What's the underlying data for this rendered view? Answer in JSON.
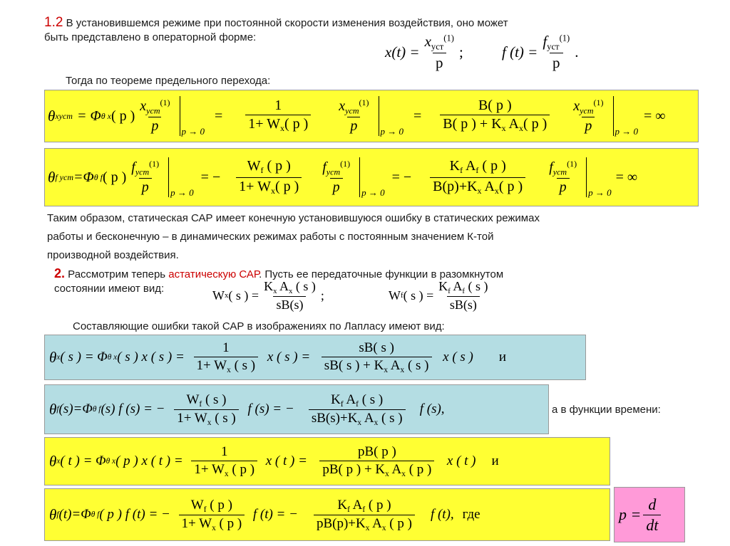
{
  "section1": {
    "number": "1.2",
    "intro_line1": "В установившемся режиме при постоянной скорости изменения воздействия, оно может",
    "intro_line2": "быть представлено в операторной форме:",
    "eq_x": {
      "lhs": "x(t) =",
      "num": "x",
      "num_sub": "уст",
      "num_sup": "(1)",
      "den": "p",
      "tail": ";"
    },
    "eq_f": {
      "lhs": "f (t) =",
      "num": "f",
      "num_sub": "уст",
      "num_sup": "(1)",
      "den": "p",
      "tail": "."
    },
    "theorem_text": "Тогда по теореме предельного перехода:"
  },
  "formula1": {
    "lhs": "θ",
    "lhs_sub": "xуст",
    "eq1": "= Φ",
    "phi_sub": "θ x",
    "arg": "( p )",
    "f1_num": "x",
    "f1_num_sub": "уст",
    "f1_num_sup": "(1)",
    "f1_den": "p",
    "limit": "p → 0",
    "f2_num": "1",
    "f2_den": "1+ W",
    "f2_den_sub": "x",
    "f2_den_tail": "( p )",
    "f4_num": "B( p )",
    "f4_den": "B( p ) + K",
    "f4_den_sub1": "x",
    "f4_den_mid": " A",
    "f4_den_sub2": "x",
    "f4_den_tail": "( p )",
    "result": "= ∞"
  },
  "formula2": {
    "lhs": "θ",
    "lhs_sub": "f уст",
    "eq1": "=Φ",
    "phi_sub": "θ f",
    "arg": "( p )",
    "f1_num": "f",
    "f1_num_sub": "уст",
    "f1_num_sup": "(1)",
    "f1_den": "p",
    "limit": "p → 0",
    "f2_num": "W",
    "f2_num_sub": "f",
    "f2_num_tail": " ( p )",
    "f2_den": "1+ W",
    "f2_den_sub": "x",
    "f2_den_tail": "( p )",
    "f4_num": "K",
    "f4_num_sub1": "f",
    "f4_num_mid": " A",
    "f4_num_sub2": "f",
    "f4_num_tail": " ( p )",
    "f4_den": "B(p)+K",
    "f4_den_sub1": "x",
    "f4_den_mid": " A",
    "f4_den_sub2": "x",
    "f4_den_tail": "( p )",
    "result": "= ∞"
  },
  "conclusion": {
    "line1": "Таким образом, статическая САР имеет конечную установившуюся ошибку в статических режимах",
    "line2": "работы и бесконечную – в динамических режимах работы с постоянным значением К-той",
    "line3": "производной воздействия."
  },
  "section2": {
    "number": "2.",
    "text_before": " Рассмотрим теперь ",
    "highlight": "астатическую САР",
    "text_after": ". Пусть ее передаточные функции в разомкнутом",
    "line2": "состоянии имеют вид:",
    "wx": {
      "lhs": "W",
      "lhs_sub": "x",
      "arg": " ( s ) =",
      "num": "K",
      "num_sub1": "x",
      "num_mid": " A",
      "num_sub2": "x",
      "num_tail": " ( s )",
      "den": "sB(s)",
      "tail": ";"
    },
    "wf": {
      "lhs": "W",
      "lhs_sub": "f",
      "arg": " ( s ) =",
      "num": "K",
      "num_sub1": "f",
      "num_mid": " A",
      "num_sub2": "f",
      "num_tail": " ( s )",
      "den": "sB(s)"
    },
    "laplace_text": "Составляющие ошибки такой САР в изображениях по Лапласу имеют вид:"
  },
  "formula3": {
    "text": "θ",
    "sub": "x",
    "a": " ( s ) = Φ",
    "phi_sub": "θ x",
    "b": " ( s ) x ( s ) =",
    "f1_num": "1",
    "f1_den": "1+ W",
    "f1_den_sub": "x",
    "f1_den_tail": " ( s )",
    "mid": " x ( s ) =",
    "f2_num": "sB( s )",
    "f2_den": "sB( s ) + K",
    "f2_den_sub1": "x",
    "f2_den_mid": " A",
    "f2_den_sub2": "x",
    "f2_den_tail": " ( s )",
    "end": " x ( s )",
    "and": "и"
  },
  "formula4": {
    "text": "θ",
    "sub": "f",
    "a": " (s)=Φ",
    "phi_sub": "θ f",
    "b": " (s) f (s) = −",
    "f1_num": "W",
    "f1_num_sub": "f",
    "f1_num_tail": " ( s )",
    "f1_den": "1+ W",
    "f1_den_sub": "x",
    "f1_den_tail": " ( s )",
    "mid": " f (s) = −",
    "f2_num": "K",
    "f2_num_sub1": "f",
    "f2_num_mid": " A",
    "f2_num_sub2": "f",
    "f2_num_tail": " ( s )",
    "f2_den": "sB(s)+K",
    "f2_den_sub1": "x",
    "f2_den_mid": " A",
    "f2_den_sub2": "x",
    "f2_den_tail": " ( s )",
    "end": " f (s),",
    "after": "а в функции времени:"
  },
  "formula5": {
    "text": "θ",
    "sub": "x",
    "a": " ( t ) = Φ",
    "phi_sub": "θ x",
    "b": " ( p ) x ( t ) =",
    "f1_num": "1",
    "f1_den": "1+ W",
    "f1_den_sub": "x",
    "f1_den_tail": " ( p )",
    "mid": " x ( t ) =",
    "f2_num": "pB( p )",
    "f2_den": "pB( p ) + K",
    "f2_den_sub1": "x",
    "f2_den_mid": " A",
    "f2_den_sub2": "x",
    "f2_den_tail": " ( p )",
    "end": " x ( t )",
    "and": "и"
  },
  "formula6": {
    "text": "θ",
    "sub": "f",
    "a": " (t)=Φ",
    "phi_sub": "θ f",
    "b": " ( p ) f (t) = −",
    "f1_num": "W",
    "f1_num_sub": "f",
    "f1_num_tail": " ( p )",
    "f1_den": "1+ W",
    "f1_den_sub": "x",
    "f1_den_tail": " ( p )",
    "mid": " f (t) = −",
    "f2_num": "K",
    "f2_num_sub1": "f",
    "f2_num_mid": " A",
    "f2_num_sub2": "f",
    "f2_num_tail": " ( p )",
    "f2_den": "pB(p)+K",
    "f2_den_sub1": "x",
    "f2_den_mid": " A",
    "f2_den_sub2": "x",
    "f2_den_tail": " ( p )",
    "end": " f (t),",
    "where": "где"
  },
  "p_def": {
    "lhs": "p =",
    "num": "d",
    "den": "dt"
  },
  "colors": {
    "yellow": "#ffff33",
    "blue": "#b4dde3",
    "pink": "#ff9ad8",
    "red": "#cc0000"
  }
}
